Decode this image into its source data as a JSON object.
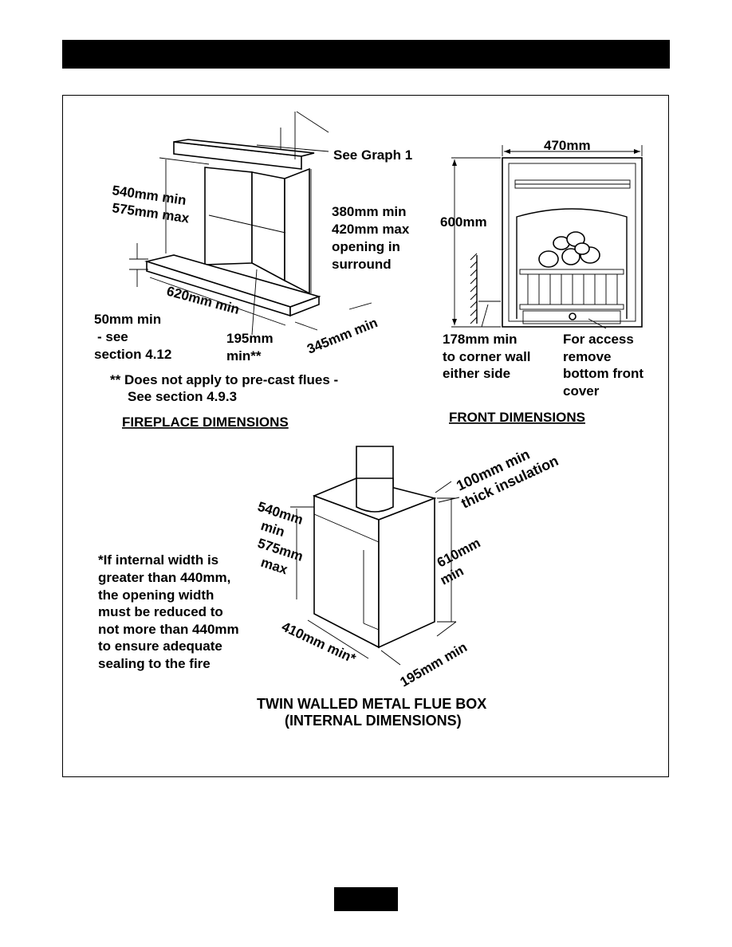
{
  "fireplace": {
    "see_graph": "See Graph 1",
    "height_min": "540mm min",
    "height_max": "575mm max",
    "opening_min": "380mm min",
    "opening_max": "420mm max",
    "opening_in": "opening in",
    "surround": "surround",
    "hearth_min": "50mm min",
    "hearth_see": "- see",
    "hearth_section": "section 4.12",
    "width_620": "620mm min",
    "depth_195": "195mm",
    "depth_195_suffix": "min**",
    "depth_345": "345mm min",
    "note_line1": "** Does not apply to pre-cast flues -",
    "note_line2": "See section 4.9.3",
    "title": "FIREPLACE DIMENSIONS"
  },
  "front": {
    "width": "470mm",
    "height": "600mm",
    "corner_line1": "178mm min",
    "corner_line2": "to corner wall",
    "corner_line3": "either side",
    "access_line1": "For access",
    "access_line2": "remove",
    "access_line3": "bottom front",
    "access_line4": "cover",
    "title": "FRONT DIMENSIONS"
  },
  "fluebox": {
    "insulation_line1": "100mm min",
    "insulation_line2": "thick insulation",
    "height_540": "540mm",
    "height_min": "min",
    "height_575": "575mm",
    "height_max": "max",
    "height_610": "610mm",
    "height_610_min": "min",
    "width_410": "410mm min*",
    "depth_195": "195mm min",
    "note_lines": [
      "*If internal width is",
      "greater than 440mm,",
      "the opening width",
      "must be reduced to",
      "not more than 440mm",
      "to ensure adequate",
      "sealing to the fire"
    ],
    "title_line1": "TWIN WALLED METAL FLUE BOX",
    "title_line2": "(INTERNAL DIMENSIONS)"
  }
}
